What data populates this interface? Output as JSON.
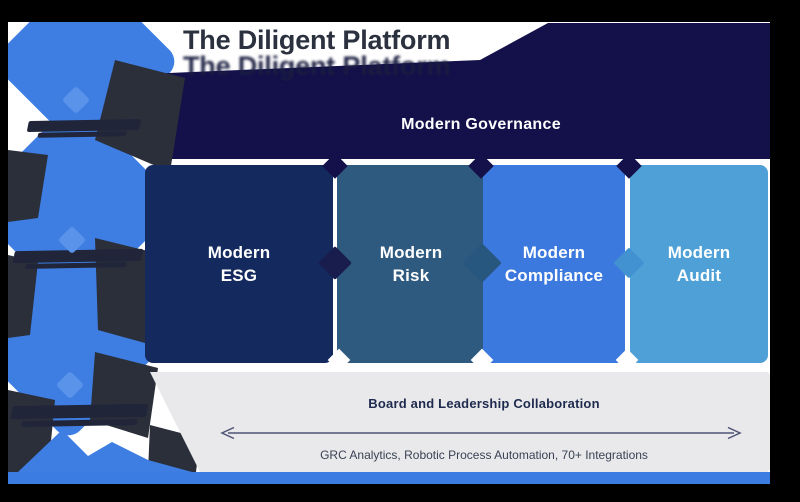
{
  "theme": {
    "frame_black": "#000000",
    "slide_white": "#ffffff",
    "diamond_blue": "#3e7ee3",
    "accent_blue": "#5a93ea",
    "shadow_slate": "#2a2f3a",
    "glitch_dark": "#20253a",
    "banner_navy": "#13104a",
    "banner_text": "#ffffff",
    "title_ink": "#2c3140",
    "ghost_ink": "#1a1e40",
    "card_esg": "#142a5e",
    "card_risk": "#2f5a80",
    "card_compliance": "#3c79de",
    "card_audit": "#4ea0d6",
    "connector_1": "#191d4d",
    "connector_2": "#27577f",
    "connector_3": "#4292d2",
    "gray_band": "#e9e9eb",
    "heading_navy": "#1e2a4e",
    "sub_ink": "#3a4254",
    "arrow_ink": "#4f5375",
    "footer_blue": "#3b7ce2"
  },
  "title": {
    "text": "The Diligent Platform"
  },
  "banner": {
    "label": "Modern Governance"
  },
  "cards": [
    {
      "label": "Modern\nESG"
    },
    {
      "label": "Modern\nRisk"
    },
    {
      "label": "Modern\nCompliance"
    },
    {
      "label": "Modern\nAudit"
    }
  ],
  "collaboration": {
    "heading": "Board and Leadership Collaboration",
    "subheading": "GRC Analytics, Robotic Process Automation, 70+ Integrations"
  }
}
